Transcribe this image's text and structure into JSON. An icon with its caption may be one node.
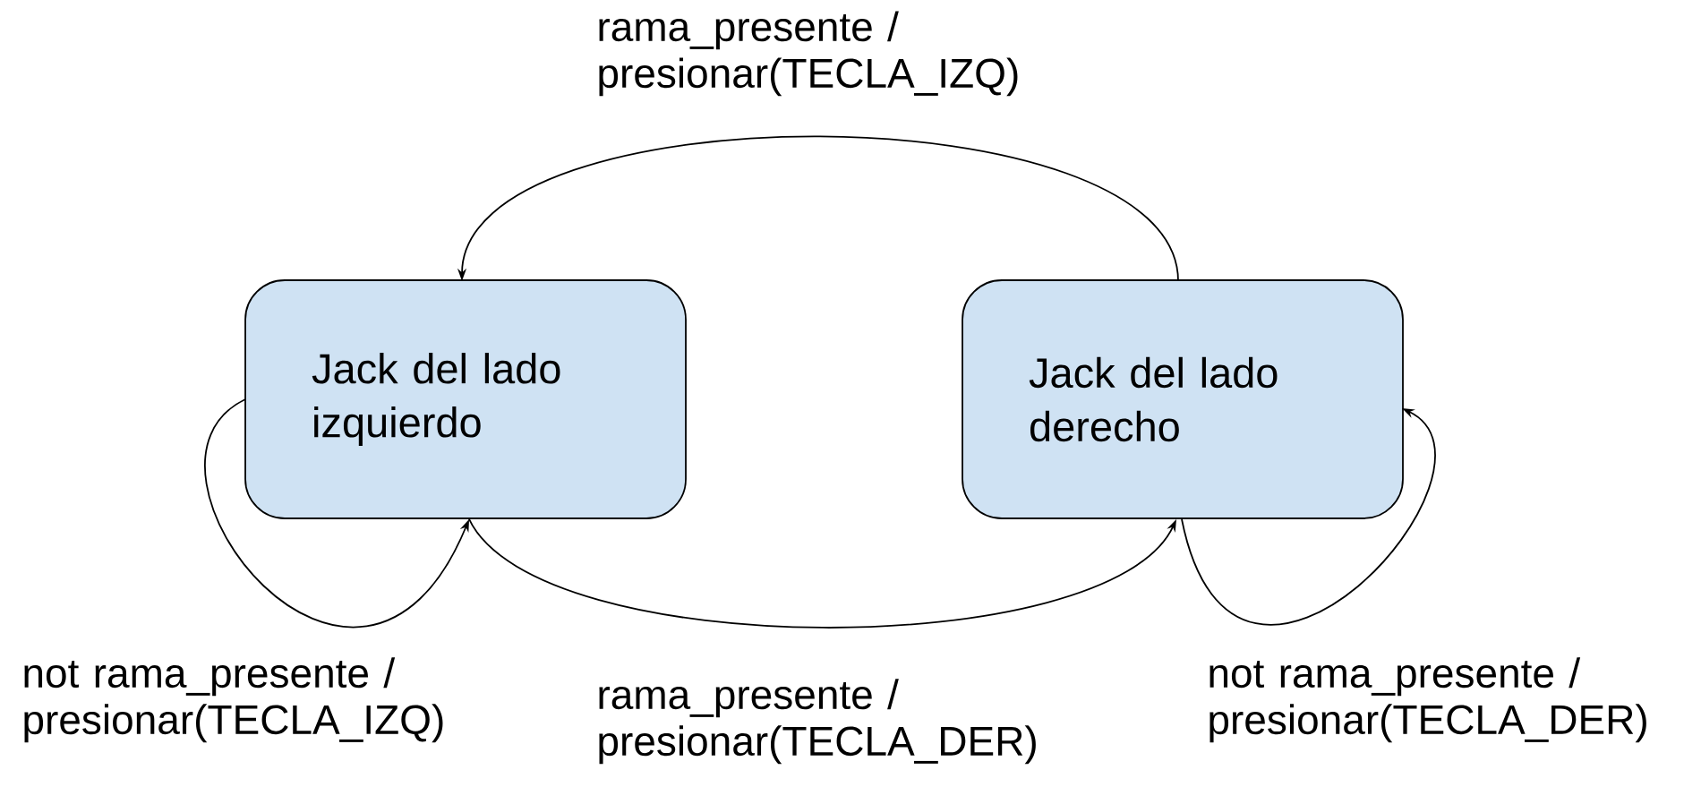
{
  "diagram": {
    "nodes": [
      {
        "text": [
          "Jack del lado izquierdo"
        ]
      },
      {
        "text": [
          "Jack del lado derecho"
        ]
      }
    ],
    "edges": [
      {
        "from": 1,
        "to": 0,
        "arrow": "to",
        "label": "rama_presente / presionar(TECLA_IZQ)"
      },
      {
        "from": 0,
        "to": 0,
        "arrow": "to",
        "label": "not rama_presente / presionar(TECLA_IZQ)"
      },
      {
        "from": 0,
        "to": 1,
        "arrow": "to",
        "label": "rama_presente / presionar(TECLA_DER)"
      },
      {
        "from": 1,
        "to": 1,
        "arrow": "to",
        "label": "not rama_presente / presionar(TECLA_DER)"
      }
    ]
  }
}
